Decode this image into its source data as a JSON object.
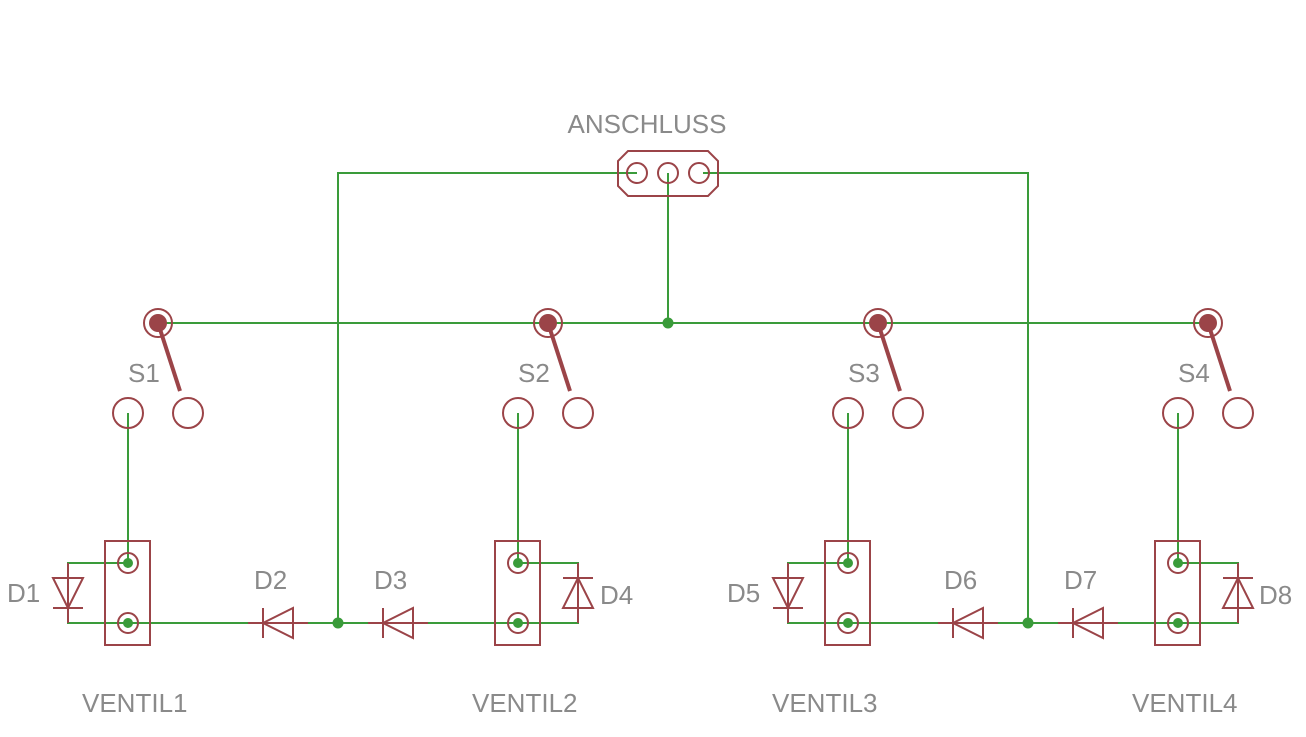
{
  "connector": {
    "label": "ANSCHLUSS"
  },
  "switches": [
    "S1",
    "S2",
    "S3",
    "S4"
  ],
  "valves": [
    "VENTIL1",
    "VENTIL2",
    "VENTIL3",
    "VENTIL4"
  ],
  "diodes": [
    "D1",
    "D2",
    "D3",
    "D4",
    "D5",
    "D6",
    "D7",
    "D8"
  ],
  "colors": {
    "wire": "#3a9b3a",
    "symbol": "#9b4448",
    "label": "#8a8a8a",
    "background": "#ffffff"
  }
}
